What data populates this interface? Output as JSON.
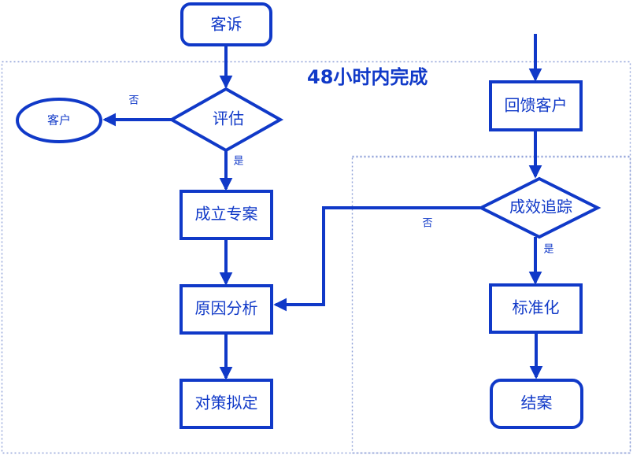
{
  "diagram": {
    "title_text": "48小时内完成",
    "accent_color": "#1039C8",
    "zone_border_color": "#8FA0D8",
    "background_color": "#FFFFFF",
    "zones": [
      {
        "name": "48-hour-zone",
        "label": "48小时内完成"
      },
      {
        "name": "tracking-zone",
        "label": ""
      }
    ],
    "nodes": [
      {
        "id": "complaint",
        "label": "客诉",
        "shape": "rounded-rect"
      },
      {
        "id": "customer",
        "label": "客户",
        "shape": "ellipse"
      },
      {
        "id": "evaluate",
        "label": "评估",
        "shape": "diamond"
      },
      {
        "id": "setup-project",
        "label": "成立专案",
        "shape": "rect"
      },
      {
        "id": "cause-analysis",
        "label": "原因分析",
        "shape": "rect"
      },
      {
        "id": "countermeasure",
        "label": "对策拟定",
        "shape": "rect"
      },
      {
        "id": "feedback",
        "label": "回馈客户",
        "shape": "rect"
      },
      {
        "id": "effect-tracking",
        "label": "成效追踪",
        "shape": "diamond"
      },
      {
        "id": "standardize",
        "label": "标准化",
        "shape": "rect"
      },
      {
        "id": "close-case",
        "label": "结案",
        "shape": "rounded-rect"
      }
    ],
    "edges": [
      {
        "id": "complaint-to-evaluate",
        "from": "complaint",
        "to": "evaluate",
        "label": ""
      },
      {
        "id": "evaluate-to-customer",
        "from": "evaluate",
        "to": "customer",
        "label": "否"
      },
      {
        "id": "evaluate-to-setup-project",
        "from": "evaluate",
        "to": "setup-project",
        "label": "是"
      },
      {
        "id": "setup-project-to-cause",
        "from": "setup-project",
        "to": "cause-analysis",
        "label": ""
      },
      {
        "id": "cause-to-countermeasure",
        "from": "cause-analysis",
        "to": "countermeasure",
        "label": ""
      },
      {
        "id": "countermeasure-to-feedback",
        "from": "countermeasure",
        "to": "feedback",
        "label": ""
      },
      {
        "id": "feedback-to-effect-tracking",
        "from": "feedback",
        "to": "effect-tracking",
        "label": ""
      },
      {
        "id": "effect-tracking-to-cause",
        "from": "effect-tracking",
        "to": "cause-analysis",
        "label": "否"
      },
      {
        "id": "effect-tracking-to-standardize",
        "from": "effect-tracking",
        "to": "standardize",
        "label": "是"
      },
      {
        "id": "standardize-to-close-case",
        "from": "standardize",
        "to": "close-case",
        "label": ""
      }
    ]
  }
}
